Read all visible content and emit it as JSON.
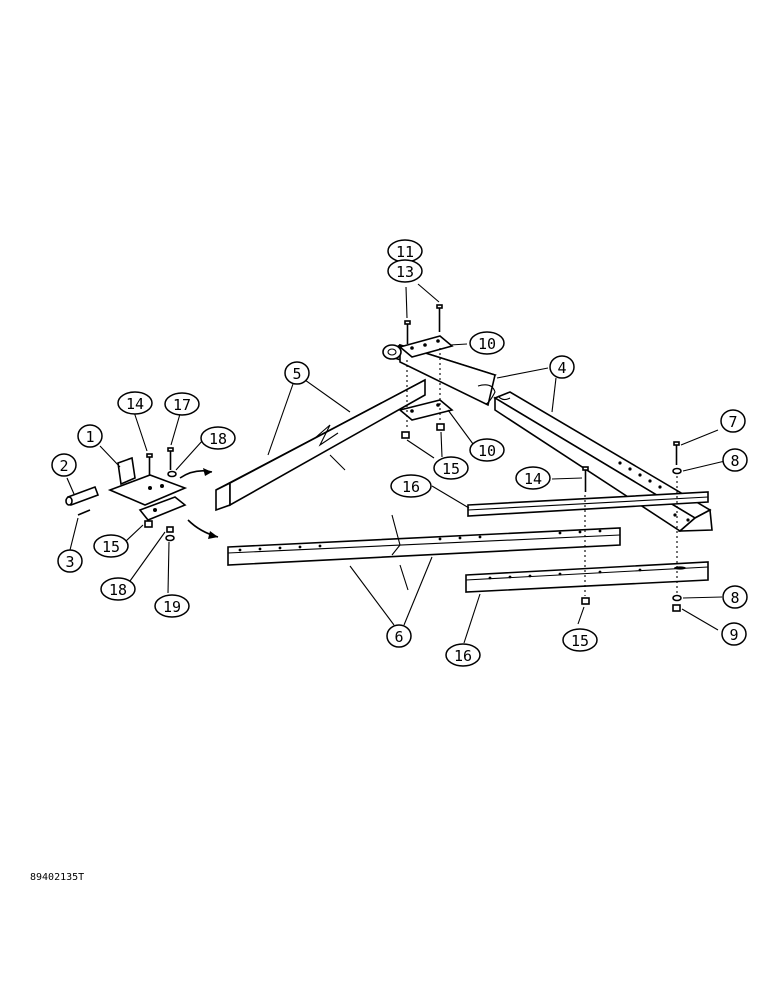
{
  "callouts": [
    {
      "id": "c11",
      "label": "11"
    },
    {
      "id": "c13",
      "label": "13"
    },
    {
      "id": "c10a",
      "label": "10"
    },
    {
      "id": "c4",
      "label": "4"
    },
    {
      "id": "c5",
      "label": "5"
    },
    {
      "id": "c10b",
      "label": "10"
    },
    {
      "id": "c15a",
      "label": "15"
    },
    {
      "id": "c14a",
      "label": "14"
    },
    {
      "id": "c17",
      "label": "17"
    },
    {
      "id": "c1",
      "label": "1"
    },
    {
      "id": "c18a",
      "label": "18"
    },
    {
      "id": "c2",
      "label": "2"
    },
    {
      "id": "c15b",
      "label": "15"
    },
    {
      "id": "c3",
      "label": "3"
    },
    {
      "id": "c18b",
      "label": "18"
    },
    {
      "id": "c19",
      "label": "19"
    },
    {
      "id": "c16a",
      "label": "16"
    },
    {
      "id": "c14b",
      "label": "14"
    },
    {
      "id": "c7",
      "label": "7"
    },
    {
      "id": "c8a",
      "label": "8"
    },
    {
      "id": "c6",
      "label": "6"
    },
    {
      "id": "c16b",
      "label": "16"
    },
    {
      "id": "c15c",
      "label": "15"
    },
    {
      "id": "c8b",
      "label": "8"
    },
    {
      "id": "c9",
      "label": "9"
    }
  ],
  "drawing_number": "89402135T"
}
